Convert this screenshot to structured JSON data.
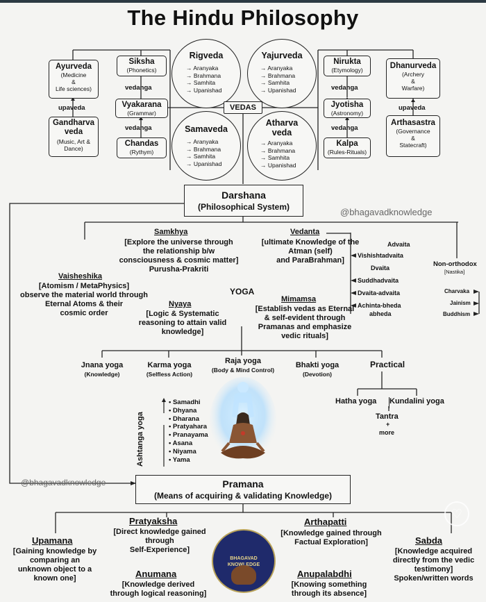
{
  "title": "The Hindu Philosophy",
  "upavedas_left": {
    "ayurveda": {
      "name": "Ayurveda",
      "sub": [
        "(Medicine",
        "&",
        "Life sciences)"
      ]
    },
    "gandharva": {
      "name": [
        "Gandharva",
        "veda"
      ],
      "sub": [
        "(Music, Art &",
        "Dance)"
      ]
    },
    "connector": "upaveda"
  },
  "vedangas_left": {
    "siksha": {
      "name": "Siksha",
      "sub": "(Phonetics)"
    },
    "vyakarana": {
      "name": "Vyakarana",
      "sub": "(Grammar)"
    },
    "chandas": {
      "name": "Chandas",
      "sub": "(Rythym)"
    },
    "connector": "vedanga"
  },
  "vedas": {
    "label": "VEDAS",
    "list": [
      {
        "name": "Rigveda",
        "parts": [
          "→ Aranyaka",
          "→ Brahmana",
          "→ Samhita",
          "→ Upanishad"
        ]
      },
      {
        "name": "Yajurveda",
        "parts": [
          "→ Aranyaka",
          "→ Brahmana",
          "→ Samhita",
          "→ Upanishad"
        ]
      },
      {
        "name": "Samaveda",
        "parts": [
          "→ Aranyaka",
          "→ Brahmana",
          "→ Samhita",
          "→ Upanishad"
        ]
      },
      {
        "name": "Atharva veda",
        "name_lines": [
          "Atharva",
          "veda"
        ],
        "parts": [
          "→ Aranyaka",
          "→ Brahmana",
          "→ Samhita",
          "→ Upanishad"
        ]
      }
    ]
  },
  "vedangas_right": {
    "nirukta": {
      "name": "Nirukta",
      "sub": "(Etymology)"
    },
    "jyotisha": {
      "name": "Jyotisha",
      "sub": "(Astronomy)"
    },
    "kalpa": {
      "name": "Kalpa",
      "sub": "(Rules-Rituals)"
    },
    "connector": "vedanga"
  },
  "upavedas_right": {
    "dhanurveda": {
      "name": "Dhanurveda",
      "sub": [
        "(Archery",
        "&",
        "Warfare)"
      ]
    },
    "arthasastra": {
      "name": "Arthasastra",
      "sub": [
        "(Governance",
        "&",
        "Statecraft)"
      ]
    },
    "connector": "upaveda"
  },
  "darshana": {
    "name": "Darshana",
    "sub": "(Philosophical System)"
  },
  "watermark": "@bhagavadknowledge",
  "samkhya": {
    "name": "Samkhya",
    "desc": [
      "[Explore the universe through",
      "the relationship b/w",
      "consciousness & cosmic matter]",
      "Purusha-Prakriti"
    ]
  },
  "vedanta": {
    "name": "Vedanta",
    "desc": [
      "[ultimate Knowledge of the",
      "Atman (self)",
      "and ParaBrahman]"
    ]
  },
  "vedanta_schools": [
    "Advaita",
    "Vishishtadvaita",
    "Dvaita",
    "Suddhadvaita",
    "Dvaita-advaita",
    "Achinta-bheda",
    "abheda"
  ],
  "non_orthodox": {
    "name": "Non-orthodox",
    "sub": "[Nastika]",
    "items": [
      "Charvaka",
      "Jainism",
      "Buddhism"
    ]
  },
  "vaisheshika": {
    "name": "Vaisheshika",
    "desc": [
      "[Atomism / MetaPhysics]",
      "observe the material world through",
      "Eternal Atoms & their",
      "cosmic order"
    ]
  },
  "yoga": "YOGA",
  "nyaya": {
    "name": "Nyaya",
    "desc": [
      "[Logic & Systematic",
      "reasoning to attain valid",
      "knowledge]"
    ]
  },
  "mimamsa": {
    "name": "Mimamsa",
    "desc": [
      "[Establish vedas as Eternal",
      "& self-evident through",
      "Pramanas and emphasize",
      "vedic rituals]"
    ]
  },
  "yogas": [
    {
      "name": "Jnana yoga",
      "sub": "(Knowledge)"
    },
    {
      "name": "Karma yoga",
      "sub": "(Selfless Action)"
    },
    {
      "name": "Raja yoga",
      "sub": "(Body & Mind Control)"
    },
    {
      "name": "Bhakti yoga",
      "sub": "(Devotion)"
    }
  ],
  "practical": {
    "name": "Practical",
    "items": [
      "Hatha yoga",
      "Kundalini yoga"
    ],
    "tantra": "Tantra",
    "plus": "+",
    "more": "more"
  },
  "ashtanga": {
    "name": "Ashtanga yoga",
    "limbs": [
      "Samadhi",
      "Dhyana",
      "Dharana",
      "Pratyahara",
      "Pranayama",
      "Asana",
      "Niyama",
      "Yama"
    ]
  },
  "pramana": {
    "name": "Pramana",
    "sub": "(Means of acquiring & validating Knowledge)"
  },
  "pramanas": {
    "upamana": {
      "name": "Upamana",
      "desc": [
        "[Gaining knowledge by",
        "comparing an",
        "unknown object to a",
        "known one]"
      ]
    },
    "pratyaksha": {
      "name": "Pratyaksha",
      "desc": [
        "[Direct knowledge gained",
        "through",
        "Self-Experience]"
      ]
    },
    "anumana": {
      "name": "Anumana",
      "desc": [
        "[Knowledge derived",
        "through logical reasoning]"
      ]
    },
    "arthapatti": {
      "name": "Arthapatti",
      "desc": [
        "[Knowledge gained through",
        "Factual Exploration]"
      ]
    },
    "anupalabdhi": {
      "name": "Anupalabdhi",
      "desc": [
        "[Knowing something",
        "through its absence]"
      ]
    },
    "sabda": {
      "name": "Sabda",
      "desc": [
        "[Knowledge acquired",
        "directly from the vedic",
        "testimony]",
        "Spoken/written words"
      ]
    }
  },
  "logo_text": "BHAGAVAD KNOWLEDGE",
  "colors": {
    "background": "#f4f4f2",
    "line": "#222222",
    "watermark": "#666666",
    "aura": "#9fd6ff",
    "figure": "#7a4a2a"
  }
}
